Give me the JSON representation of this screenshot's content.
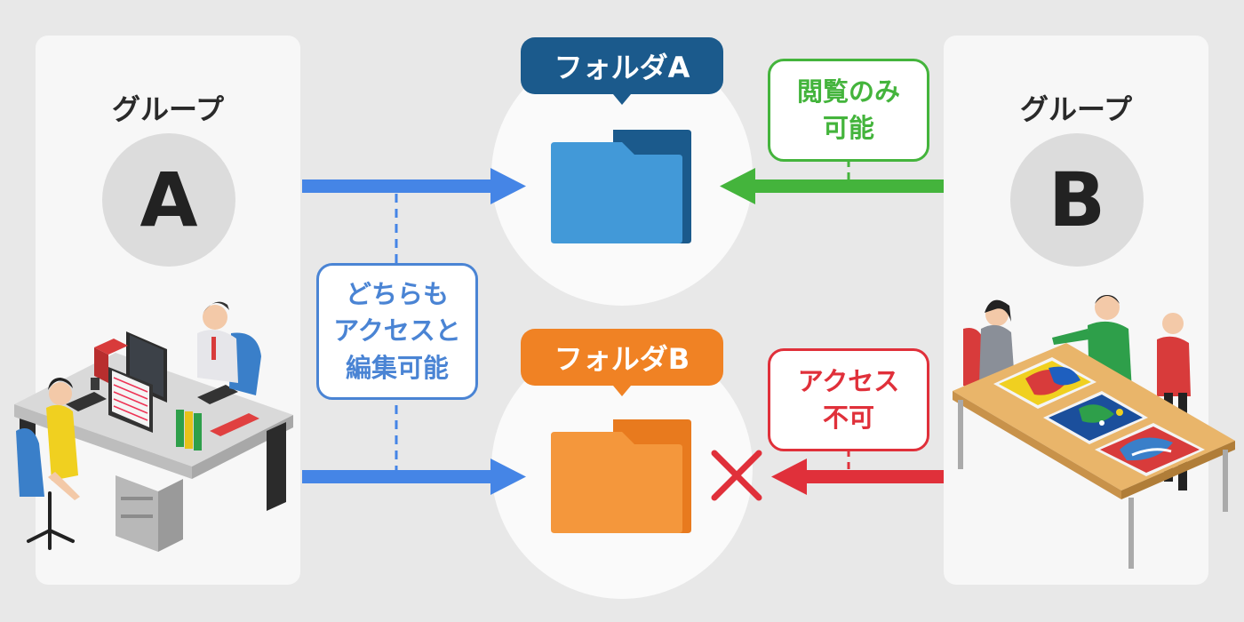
{
  "groups": {
    "left": {
      "title": "グループ",
      "letter": "A"
    },
    "right": {
      "title": "グループ",
      "letter": "B"
    }
  },
  "folders": {
    "a": {
      "label": "フォルダA",
      "color": "#1b5a8c",
      "icon_front": "#4299d8",
      "icon_back": "#1b5a8c"
    },
    "b": {
      "label": "フォルダB",
      "color": "#f08224",
      "icon_front": "#f4973c",
      "icon_back": "#e87a1e"
    }
  },
  "notes": {
    "both": {
      "lines": [
        "どちらも",
        "アクセスと",
        "編集可能"
      ],
      "color": "#4a84d4"
    },
    "view_only": {
      "lines": [
        "閲覧のみ",
        "可能"
      ],
      "color": "#44b43c"
    },
    "no_access": {
      "lines": [
        "アクセス",
        "不可"
      ],
      "color": "#e0303a"
    }
  },
  "icons": {
    "folder_a": "folder-icon",
    "folder_b": "folder-icon",
    "deny": "cross-icon",
    "office": "office-desk-illustration",
    "meeting": "meeting-table-illustration"
  },
  "colors": {
    "arrow_blue": "#4585e6",
    "arrow_green": "#44b43c",
    "arrow_red": "#e0303a"
  }
}
